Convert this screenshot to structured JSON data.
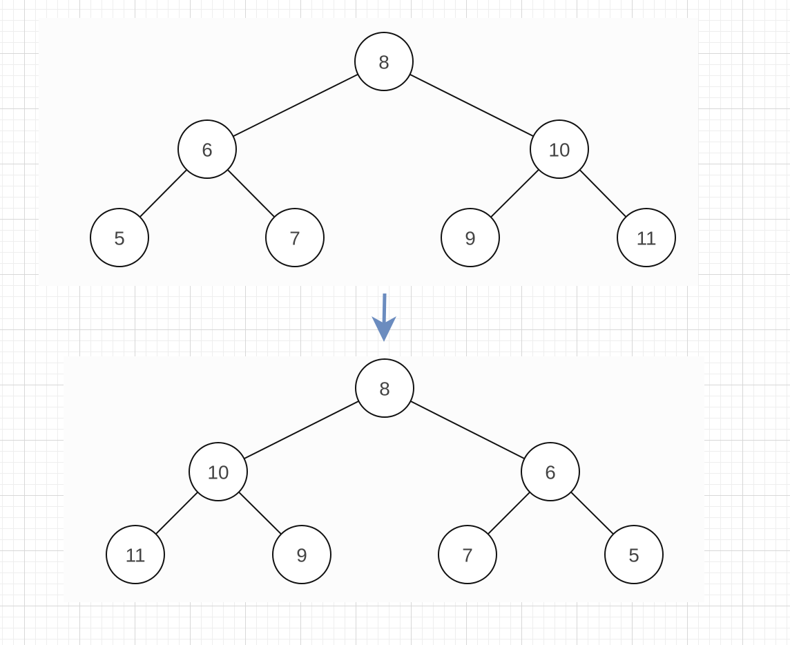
{
  "diagram": {
    "colors": {
      "node_stroke": "#111111",
      "node_fill": "#ffffff",
      "label": "#444444",
      "arrow": "#6b8cbf"
    },
    "trees": [
      {
        "id": "original",
        "nodes": [
          {
            "id": "a",
            "label": "8"
          },
          {
            "id": "b",
            "label": "6"
          },
          {
            "id": "c",
            "label": "10"
          },
          {
            "id": "d",
            "label": "5"
          },
          {
            "id": "e",
            "label": "7"
          },
          {
            "id": "f",
            "label": "9"
          },
          {
            "id": "g",
            "label": "11"
          }
        ],
        "edges": [
          [
            "a",
            "b"
          ],
          [
            "a",
            "c"
          ],
          [
            "b",
            "d"
          ],
          [
            "b",
            "e"
          ],
          [
            "c",
            "f"
          ],
          [
            "c",
            "g"
          ]
        ]
      },
      {
        "id": "mirrored",
        "nodes": [
          {
            "id": "a",
            "label": "8"
          },
          {
            "id": "b",
            "label": "10"
          },
          {
            "id": "c",
            "label": "6"
          },
          {
            "id": "d",
            "label": "11"
          },
          {
            "id": "e",
            "label": "9"
          },
          {
            "id": "f",
            "label": "7"
          },
          {
            "id": "g",
            "label": "5"
          }
        ],
        "edges": [
          [
            "a",
            "b"
          ],
          [
            "a",
            "c"
          ],
          [
            "b",
            "d"
          ],
          [
            "b",
            "e"
          ],
          [
            "c",
            "f"
          ],
          [
            "c",
            "g"
          ]
        ]
      }
    ],
    "transition_arrow": {
      "icon": "arrow-down-icon"
    }
  }
}
